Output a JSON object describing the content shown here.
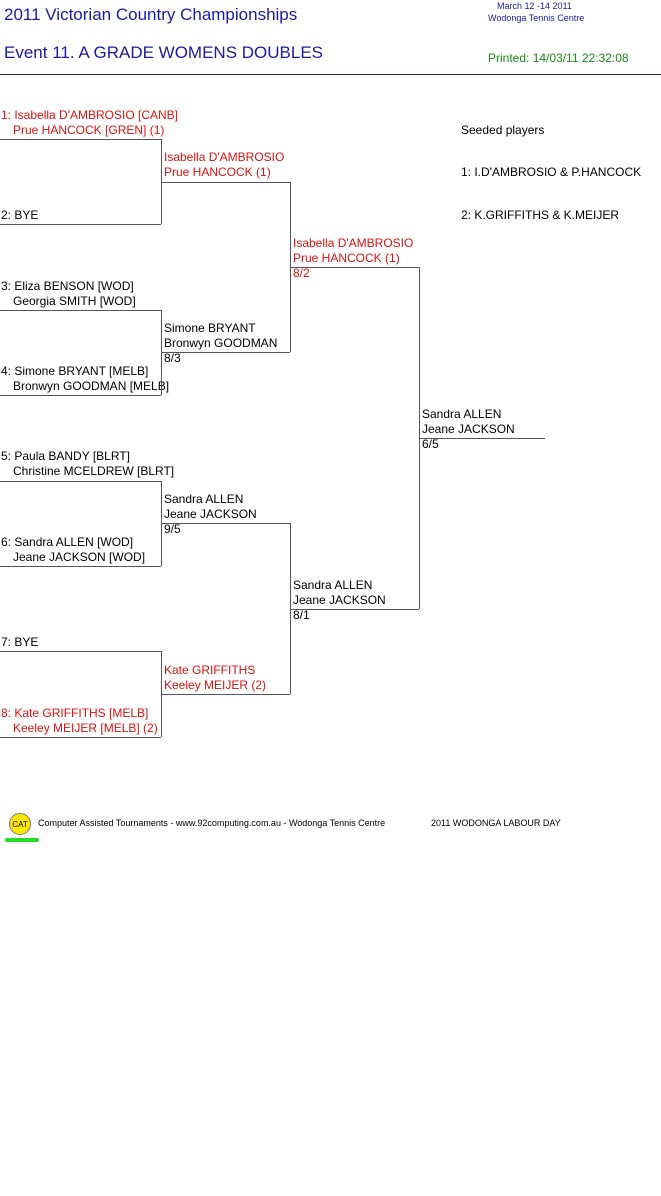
{
  "header": {
    "title": "2011 Victorian Country Championships",
    "event": "Event 11. A GRADE WOMENS DOUBLES",
    "dates": "March 12 -14 2011",
    "venue": "Wodonga Tennis Centre",
    "printed": "Printed: 14/03/11 22:32:08"
  },
  "seeded": {
    "heading": "Seeded players",
    "items": [
      "1: I.D'AMBROSIO & P.HANCOCK",
      "2: K.GRIFFITHS & K.MEIJER"
    ]
  },
  "round1": [
    {
      "line1": "1: Isabella D'AMBROSIO [CANB]",
      "line2": "Prue HANCOCK [GREN] (1)"
    },
    {
      "line1": "2: BYE",
      "line2": ""
    },
    {
      "line1": "3: Eliza BENSON [WOD]",
      "line2": "Georgia SMITH [WOD]"
    },
    {
      "line1": "4: Simone BRYANT [MELB]",
      "line2": "Bronwyn GOODMAN [MELB]"
    },
    {
      "line1": "5: Paula BANDY [BLRT]",
      "line2": "Christine MCELDREW [BLRT]"
    },
    {
      "line1": "6: Sandra ALLEN [WOD]",
      "line2": "Jeane JACKSON [WOD]"
    },
    {
      "line1": "7: BYE",
      "line2": ""
    },
    {
      "line1": "8: Kate GRIFFITHS [MELB]",
      "line2": "Keeley MEIJER [MELB] (2)"
    }
  ],
  "round2": [
    {
      "line1": "Isabella D'AMBROSIO",
      "line2": "Prue HANCOCK (1)",
      "score": ""
    },
    {
      "line1": "Simone BRYANT",
      "line2": "Bronwyn GOODMAN",
      "score": "8/3"
    },
    {
      "line1": "Sandra ALLEN",
      "line2": "Jeane JACKSON",
      "score": "9/5"
    },
    {
      "line1": "Kate GRIFFITHS",
      "line2": "Keeley MEIJER (2)",
      "score": ""
    }
  ],
  "semis": [
    {
      "line1": "Isabella D'AMBROSIO",
      "line2": "Prue HANCOCK (1)",
      "score": "8/2"
    },
    {
      "line1": "Sandra ALLEN",
      "line2": "Jeane JACKSON",
      "score": "8/1"
    }
  ],
  "final": {
    "line1": "Sandra ALLEN",
    "line2": "Jeane JACKSON",
    "score": "6/5"
  },
  "footer": {
    "logo": "CAT",
    "text": "Computer Assisted Tournaments - www.92computing.com.au -  Wodonga Tennis Centre",
    "event_name": "2011 WODONGA LABOUR DAY"
  }
}
